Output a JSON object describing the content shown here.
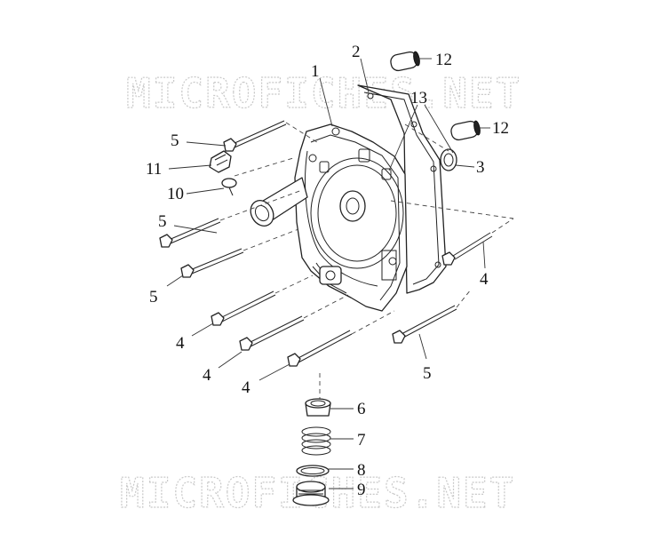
{
  "watermark": {
    "top": "MICROFICHES.NET",
    "bottom": "MICROFICHES.NET"
  },
  "callouts": {
    "c1": "1",
    "c2": "2",
    "c3": "3",
    "c4_right": "4",
    "c4_a": "4",
    "c4_b": "4",
    "c4_c": "4",
    "c5_top": "5",
    "c5_mid": "5",
    "c5_low": "5",
    "c5_bottom": "5",
    "c6": "6",
    "c7": "7",
    "c8": "8",
    "c9": "9",
    "c10": "10",
    "c11": "11",
    "c12_top": "12",
    "c12_mid": "12",
    "c13": "13"
  }
}
